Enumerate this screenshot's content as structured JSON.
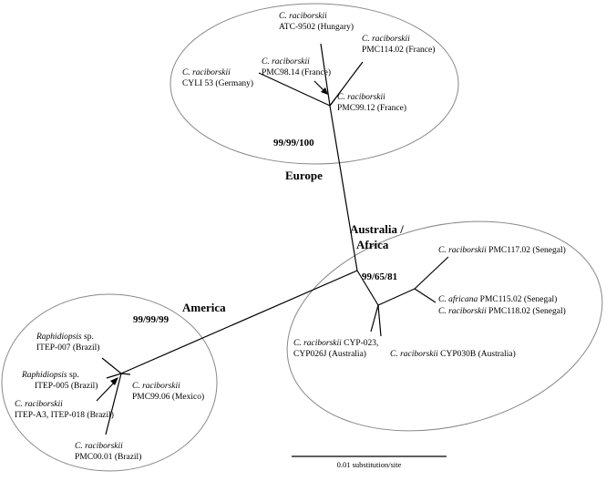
{
  "regions": {
    "europe": "Europe",
    "australia_line1": "Australia /",
    "australia_line2": "Africa",
    "america": "America"
  },
  "bootstrap": {
    "europe": "99/99/100",
    "africa": "99/65/81",
    "america": "99/99/99"
  },
  "taxa": {
    "atc9502": {
      "genus": "C. raciborskii",
      "strain": "ATC-9502 (Hungary)"
    },
    "pmc114": {
      "genus": "C. raciborskii",
      "strain": "PMC114.02 (France)"
    },
    "cyli53": {
      "genus": "C. raciborskii",
      "strain": "CYLI 53 (Germany)"
    },
    "pmc98": {
      "genus": "C. raciborskii",
      "strain": "PMC98.14 (France)"
    },
    "pmc99_12": {
      "genus": "C. raciborskii",
      "strain": "PMC99.12 (France)"
    },
    "pmc117": {
      "genus": "C. raciborskii",
      "strain": " PMC117.02 (Senegal)"
    },
    "pmc115": {
      "genus": "C. africana",
      "strain": " PMC115.02 (Senegal)"
    },
    "pmc118": {
      "genus": "C. raciborskii",
      "strain": " PMC118.02 (Senegal)"
    },
    "cyp023": {
      "genus": "C. raciborskii",
      "strain1": " CYP-023,",
      "strain2": "CYP026J (Australia)"
    },
    "cyp030b": {
      "genus": "C. raciborskii",
      "strain": " CYP030B (Australia)"
    },
    "itep007": {
      "genus": "Raphidiopsis",
      "suffix": " sp.",
      "strain": "ITEP-007 (Brazil)"
    },
    "itep005": {
      "genus": "Raphidiopsis",
      "suffix": " sp.",
      "strain": "ITEP-005 (Brazil)"
    },
    "itepa3": {
      "genus": "C. raciborskii",
      "strain": "ITEP-A3, ITEP-018 (Brazil)"
    },
    "pmc99_06": {
      "genus": "C. raciborskii",
      "strain": "PMC99.06 (Mexico)"
    },
    "pmc00": {
      "genus": "C. raciborskii",
      "strain": "PMC00.01 (Brazil)"
    }
  },
  "scale": {
    "label": "0.01 substitution/site"
  }
}
